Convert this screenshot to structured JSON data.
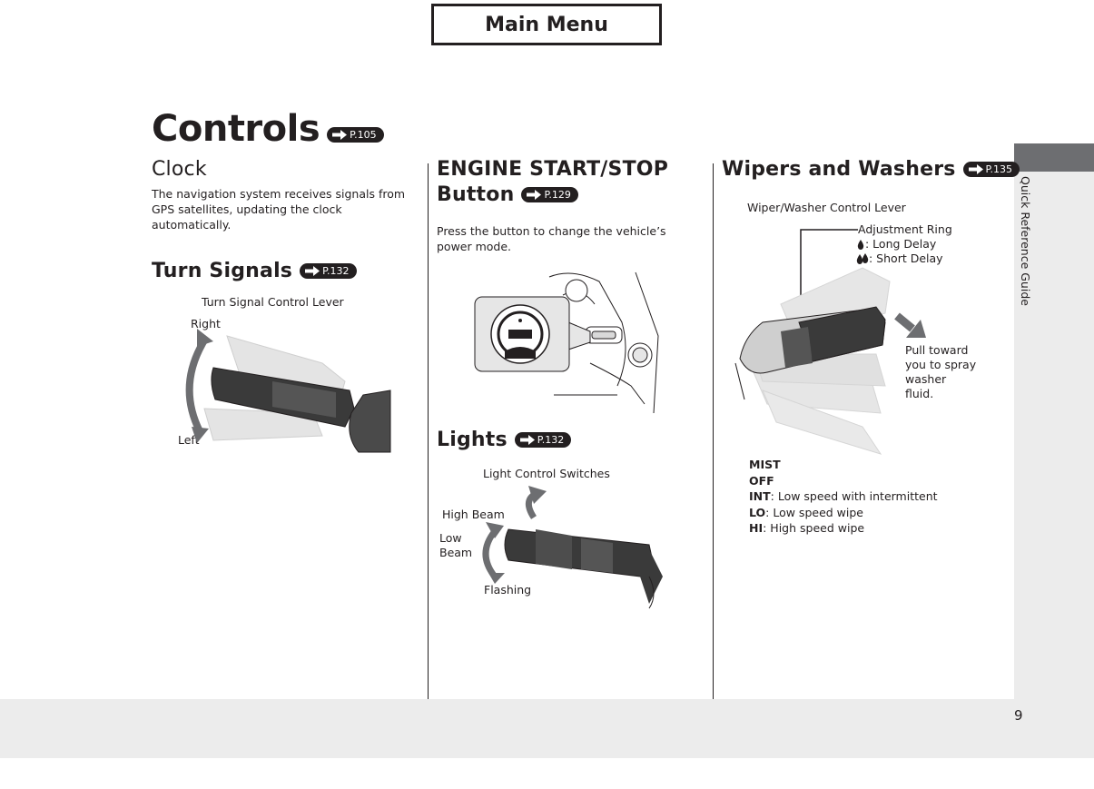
{
  "header": {
    "main_menu": "Main Menu"
  },
  "page": {
    "title": "Controls",
    "title_ref": "P.105",
    "number": "9"
  },
  "side_tab": {
    "label": "Quick Reference Guide"
  },
  "clock": {
    "title": "Clock",
    "lines": [
      "The navigation system receives signals from",
      "GPS satellites, updating the clock",
      "automatically."
    ]
  },
  "turn_signals": {
    "title": "Turn Signals",
    "ref": "P.132",
    "caption": "Turn Signal Control Lever",
    "right": "Right",
    "left": "Left"
  },
  "engine": {
    "title_line1": "ENGINE START/STOP",
    "title_line2": "Button",
    "ref": "P.129",
    "lines": [
      "Press the button to change the vehicle’s",
      "power mode."
    ]
  },
  "lights": {
    "title": "Lights",
    "ref": "P.132",
    "caption": "Light Control Switches",
    "high_beam": "High Beam",
    "low_beam_1": "Low",
    "low_beam_2": "Beam",
    "flashing": "Flashing"
  },
  "wipers": {
    "title": "Wipers and Washers",
    "ref": "P.135",
    "caption": "Wiper/Washer Control Lever",
    "adjustment_ring": "Adjustment Ring",
    "long_delay": ": Long Delay",
    "short_delay": ": Short Delay",
    "pull_lines": [
      "Pull toward",
      "you to spray",
      "washer",
      "fluid."
    ],
    "mist": "MIST",
    "off": "OFF",
    "int_key": "INT",
    "int_desc": ": Low speed with intermittent",
    "lo_key": "LO",
    "lo_desc": ": Low speed wipe",
    "hi_key": "HI",
    "hi_desc": ": High speed wipe"
  }
}
